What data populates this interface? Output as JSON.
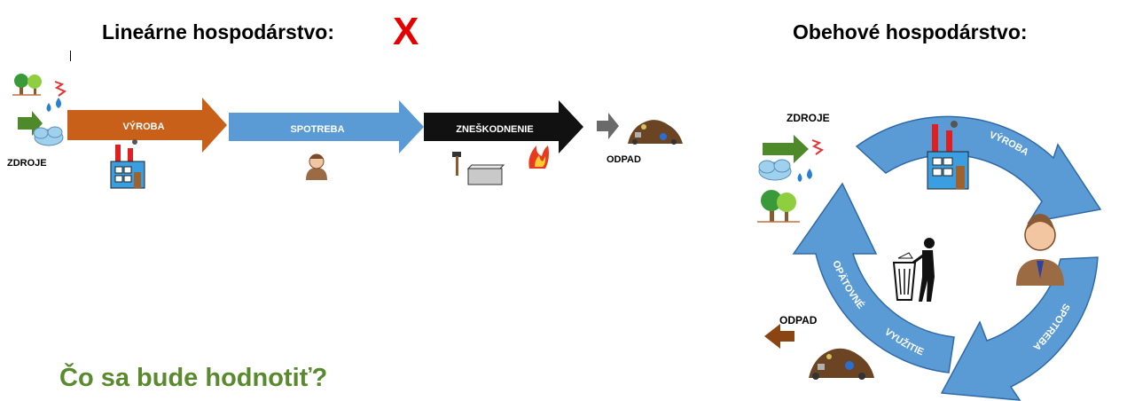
{
  "colors": {
    "linear_stage1": "#c8601a",
    "linear_stage2": "#5b9bd5",
    "linear_stage3": "#111111",
    "cycle": "#5b9bd5",
    "cross": "#e60000",
    "question": "#5a8a2e",
    "waste_arrow": "#8b4513",
    "resource_arrow": "#4e8a2a"
  },
  "linear": {
    "title": "Lineárne hospodárstvo:",
    "cross_mark": "X",
    "stage1_label": "VÝROBA",
    "stage2_label": "SPOTREBA",
    "stage3_label": "ZNEŠKODNENIE",
    "resources_label": "ZDROJE",
    "waste_label": "ODPAD",
    "icons": [
      "tree-icon",
      "lightning-icon",
      "water-drop-icon",
      "cloud-icon",
      "factory-icon",
      "person-icon",
      "hammer-icon",
      "anvil-icon",
      "fire-icon",
      "waste-pile-icon"
    ]
  },
  "circular": {
    "title": "Obehové hospodárstvo:",
    "resources_label": "ZDROJE",
    "waste_label": "ODPAD",
    "arc_top_label": "VÝROBA",
    "arc_right_label": "SPOTREBA",
    "arc_left_label_1": "OPÄTOVNÉ",
    "arc_left_label_2": "VYUŽITIE",
    "icons": [
      "factory-icon",
      "person-icon",
      "recycling-bin-icon",
      "tree-icon",
      "lightning-icon",
      "cloud-icon",
      "water-drop-icon",
      "waste-pile-icon"
    ]
  },
  "question": "Čo sa bude hodnotiť?"
}
